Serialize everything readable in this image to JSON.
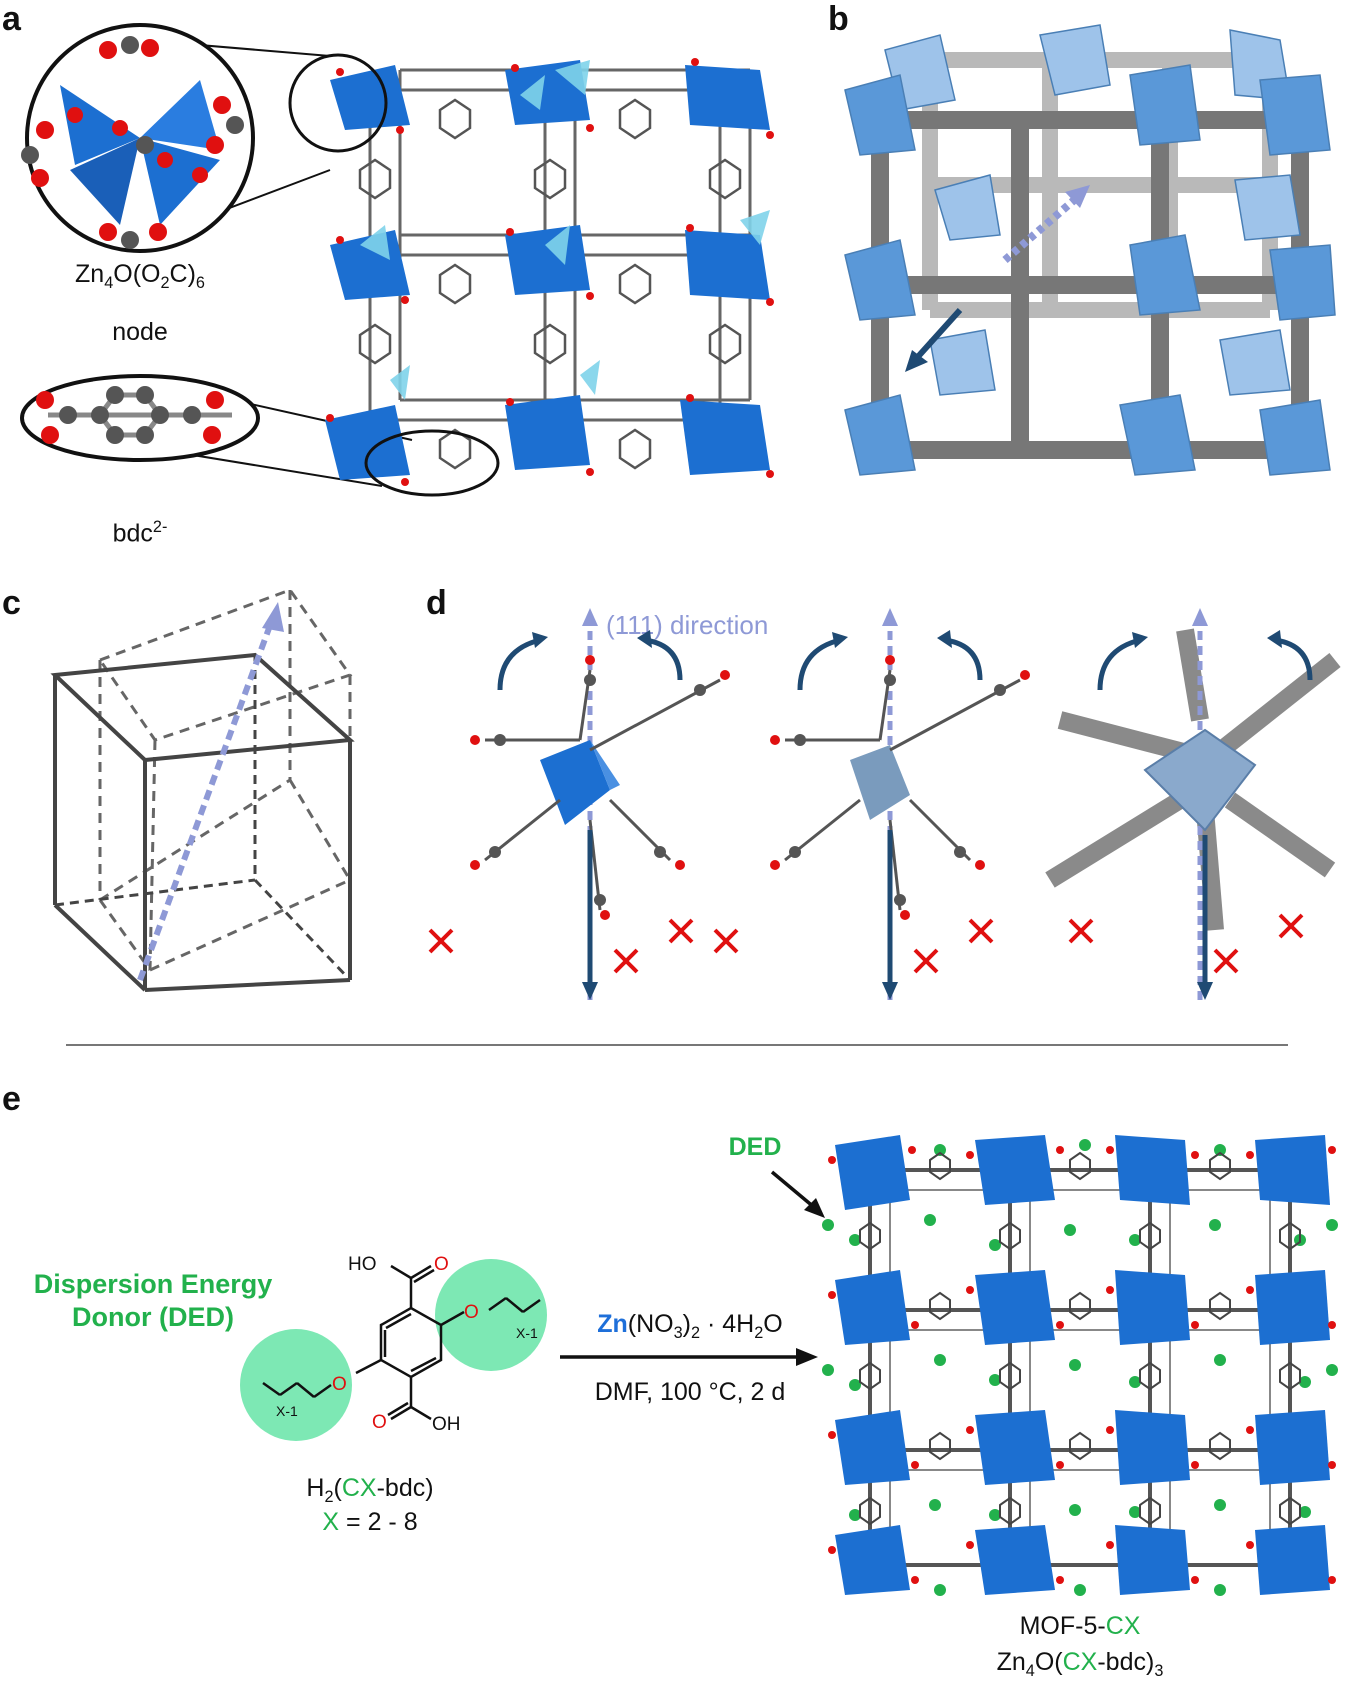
{
  "panels": {
    "a": {
      "letter": "a",
      "node_label_formula": "Zn4O(O2C)6",
      "node_label_formula_parts": [
        "Zn",
        "4",
        "O(O",
        "2",
        "C)",
        "6"
      ],
      "node_label_word": "node",
      "linker_label": "bdc",
      "linker_label_sup": "2-"
    },
    "b": {
      "letter": "b"
    },
    "c": {
      "letter": "c"
    },
    "d": {
      "letter": "d",
      "direction_label": "(111) direction"
    },
    "e": {
      "letter": "e",
      "ded_label": "DED",
      "ded_title_line1": "Dispersion Energy",
      "ded_title_line2": "Donor (DED)",
      "molecule_name": "H2(CX-bdc)",
      "molecule_name_parts": [
        "H",
        "2",
        "(",
        "CX",
        "-bdc)"
      ],
      "x_range": "X = 2 - 8",
      "x_range_parts": [
        "X",
        " = 2 - 8"
      ],
      "reagent_parts": [
        "Zn",
        "(NO",
        "3",
        ")",
        "2",
        " · 4H",
        "2",
        "O"
      ],
      "conditions": "DMF, 100 °C, 2 d",
      "product_line1_parts": [
        "MOF-5-",
        "CX"
      ],
      "product_line2_parts": [
        "Zn",
        "4",
        "O(",
        "CX",
        "-bdc)",
        "3"
      ],
      "atom_labels": {
        "ho": "HO",
        "oh": "OH",
        "o": "O",
        "x1": "X-1"
      }
    }
  },
  "colors": {
    "zn_tetrahedra": "#1c6fd1",
    "carbon": "#555555",
    "oxygen": "#e01010",
    "ded_green": "#22b14c",
    "ded_highlight": "#7de8b4",
    "direction_arrow": "#8e99d6",
    "dark_arrow": "#1f4a73",
    "cross_red": "#e01010"
  }
}
